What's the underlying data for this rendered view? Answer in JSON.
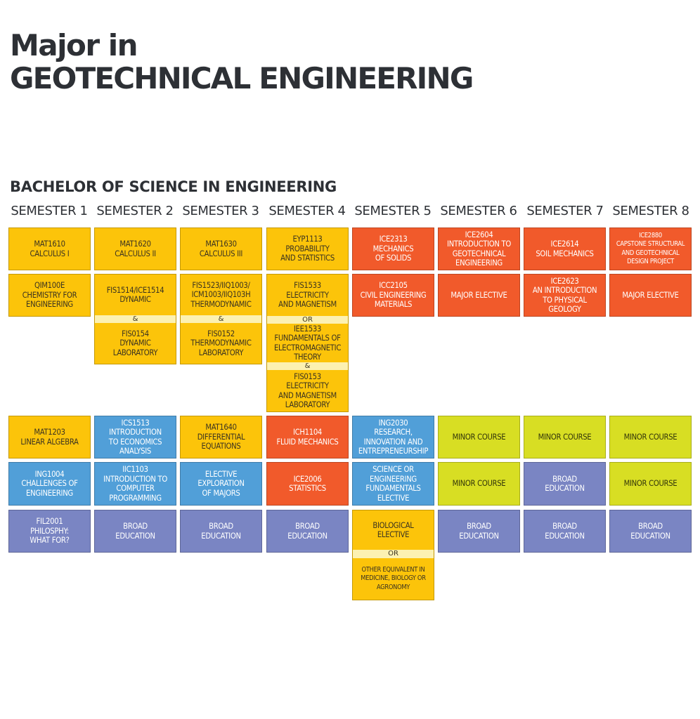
{
  "header": {
    "title_line1": "Major in",
    "title_line2": "GEOTECHNICAL ENGINEERING",
    "subtitle": "BACHELOR OF SCIENCE IN ENGINEERING"
  },
  "semesters": [
    "SEMESTER 1",
    "SEMESTER 2",
    "SEMESTER 3",
    "SEMESTER 4",
    "SEMESTER 5",
    "SEMESTER 6",
    "SEMESTER 7",
    "SEMESTER 8"
  ],
  "colors": {
    "yellow": "#fcc40a",
    "orange": "#f15a2b",
    "blue": "#519fd8",
    "purple": "#7a85c3",
    "lime": "#d8de23",
    "separator": "#fcf1b2"
  },
  "courses": {
    "s1": [
      {
        "text": "MAT1610\nCALCULUS I",
        "color": "yellow"
      },
      {
        "text": "QIM100E\nCHEMISTRY FOR\nENGINEERING",
        "color": "yellow"
      },
      {
        "text": "MAT1203\nLINEAR ALGEBRA",
        "color": "yellow"
      },
      {
        "text": "ING1004\nCHALLENGES OF\nENGINEERING",
        "color": "blue"
      },
      {
        "text": "FIL2001\nPHILOSPHY:\nWHAT FOR?",
        "color": "purple"
      }
    ],
    "s2": [
      {
        "text": "MAT1620\nCALCULUS II",
        "color": "yellow"
      },
      {
        "top": "FIS1514/ICE1514\nDYNAMIC",
        "connector": "&",
        "bottom": "FIS0154\nDYNAMIC\nLABORATORY",
        "color": "yellow"
      },
      {
        "text": "ICS1513\nINTRODUCTION\nTO ECONOMICS\nANALYSIS",
        "color": "blue"
      },
      {
        "text": "IIC1103\nINTRODUCTION TO\nCOMPUTER\nPROGRAMMING",
        "color": "blue"
      },
      {
        "text": "BROAD\nEDUCATION",
        "color": "purple"
      }
    ],
    "s3": [
      {
        "text": "MAT1630\nCALCULUS III",
        "color": "yellow"
      },
      {
        "top": "FIS1523/IIQ1003/\nICM1003/IIQ103H\nTHERMODYNAMIC",
        "connector": "&",
        "bottom": "FIS0152\nTHERMODYNAMIC\nLABORATORY",
        "color": "yellow"
      },
      {
        "text": "MAT1640\nDIFFERENTIAL\nEQUATIONS",
        "color": "yellow"
      },
      {
        "text": "ELECTIVE\nEXPLORATION\nOF MAJORS",
        "color": "blue"
      },
      {
        "text": "BROAD\nEDUCATION",
        "color": "purple"
      }
    ],
    "s4": [
      {
        "text": "EYP1113\nPROBABILITY\nAND STATISTICS",
        "color": "yellow"
      },
      {
        "a": "FIS1533\nELECTRICITY\nAND MAGNETISM",
        "c1": "OR",
        "b": "IEE1533\nFUNDAMENTALS OF\nELECTROMAGNETIC\nTHEORY",
        "c2": "&",
        "d": "FIS0153\nELECTRICITY\nAND MAGNETISM\nLABORATORY",
        "color": "yellow"
      },
      {
        "text": "ICH1104\nFLUID MECHANICS",
        "color": "orange"
      },
      {
        "text": "ICE2006\nSTATISTICS",
        "color": "orange"
      },
      {
        "text": "BROAD\nEDUCATION",
        "color": "purple"
      }
    ],
    "s5": [
      {
        "text": "ICE2313\nMECHANICS\nOF SOLIDS",
        "color": "orange"
      },
      {
        "text": "ICC2105\nCIVIL ENGINEERING\nMATERIALS",
        "color": "orange"
      },
      {
        "text": "ING2030\nRESEARCH,\nINNOVATION AND\nENTREPRENEURSHIP",
        "color": "blue"
      },
      {
        "text": "SCIENCE OR\nENGINEERING\nFUNDAMENTALS\nELECTIVE",
        "color": "blue"
      },
      {
        "top": "BIOLOGICAL\nELECTIVE",
        "connector": "OR",
        "bottom": "OTHER EQUIVALENT IN\nMEDICINE, BIOLOGY OR\nAGRONOMY",
        "color": "yellow"
      }
    ],
    "s6": [
      {
        "text": "ICE2604\nINTRODUCTION TO\nGEOTECHNICAL\nENGINEERING",
        "color": "orange"
      },
      {
        "text": "MAJOR ELECTIVE",
        "color": "orange"
      },
      {
        "text": "MINOR COURSE",
        "color": "lime"
      },
      {
        "text": "MINOR COURSE",
        "color": "lime"
      },
      {
        "text": "BROAD\nEDUCATION",
        "color": "purple"
      }
    ],
    "s7": [
      {
        "text": "ICE2614\nSOIL MECHANICS",
        "color": "orange"
      },
      {
        "text": "ICE2623\nAN INTRODUCTION\nTO PHYSICAL\nGEOLOGY",
        "color": "orange"
      },
      {
        "text": "MINOR COURSE",
        "color": "lime"
      },
      {
        "text": "BROAD\nEDUCATION",
        "color": "purple"
      },
      {
        "text": "BROAD\nEDUCATION",
        "color": "purple"
      }
    ],
    "s8": [
      {
        "text": "ICE2880\nCAPSTONE STRUCTURAL\nAND GEOTECHNICAL\nDESIGN PROJECT",
        "color": "orange"
      },
      {
        "text": "MAJOR ELECTIVE",
        "color": "orange"
      },
      {
        "text": "MINOR COURSE",
        "color": "lime"
      },
      {
        "text": "MINOR COURSE",
        "color": "lime"
      },
      {
        "text": "BROAD\nEDUCATION",
        "color": "purple"
      }
    ]
  }
}
